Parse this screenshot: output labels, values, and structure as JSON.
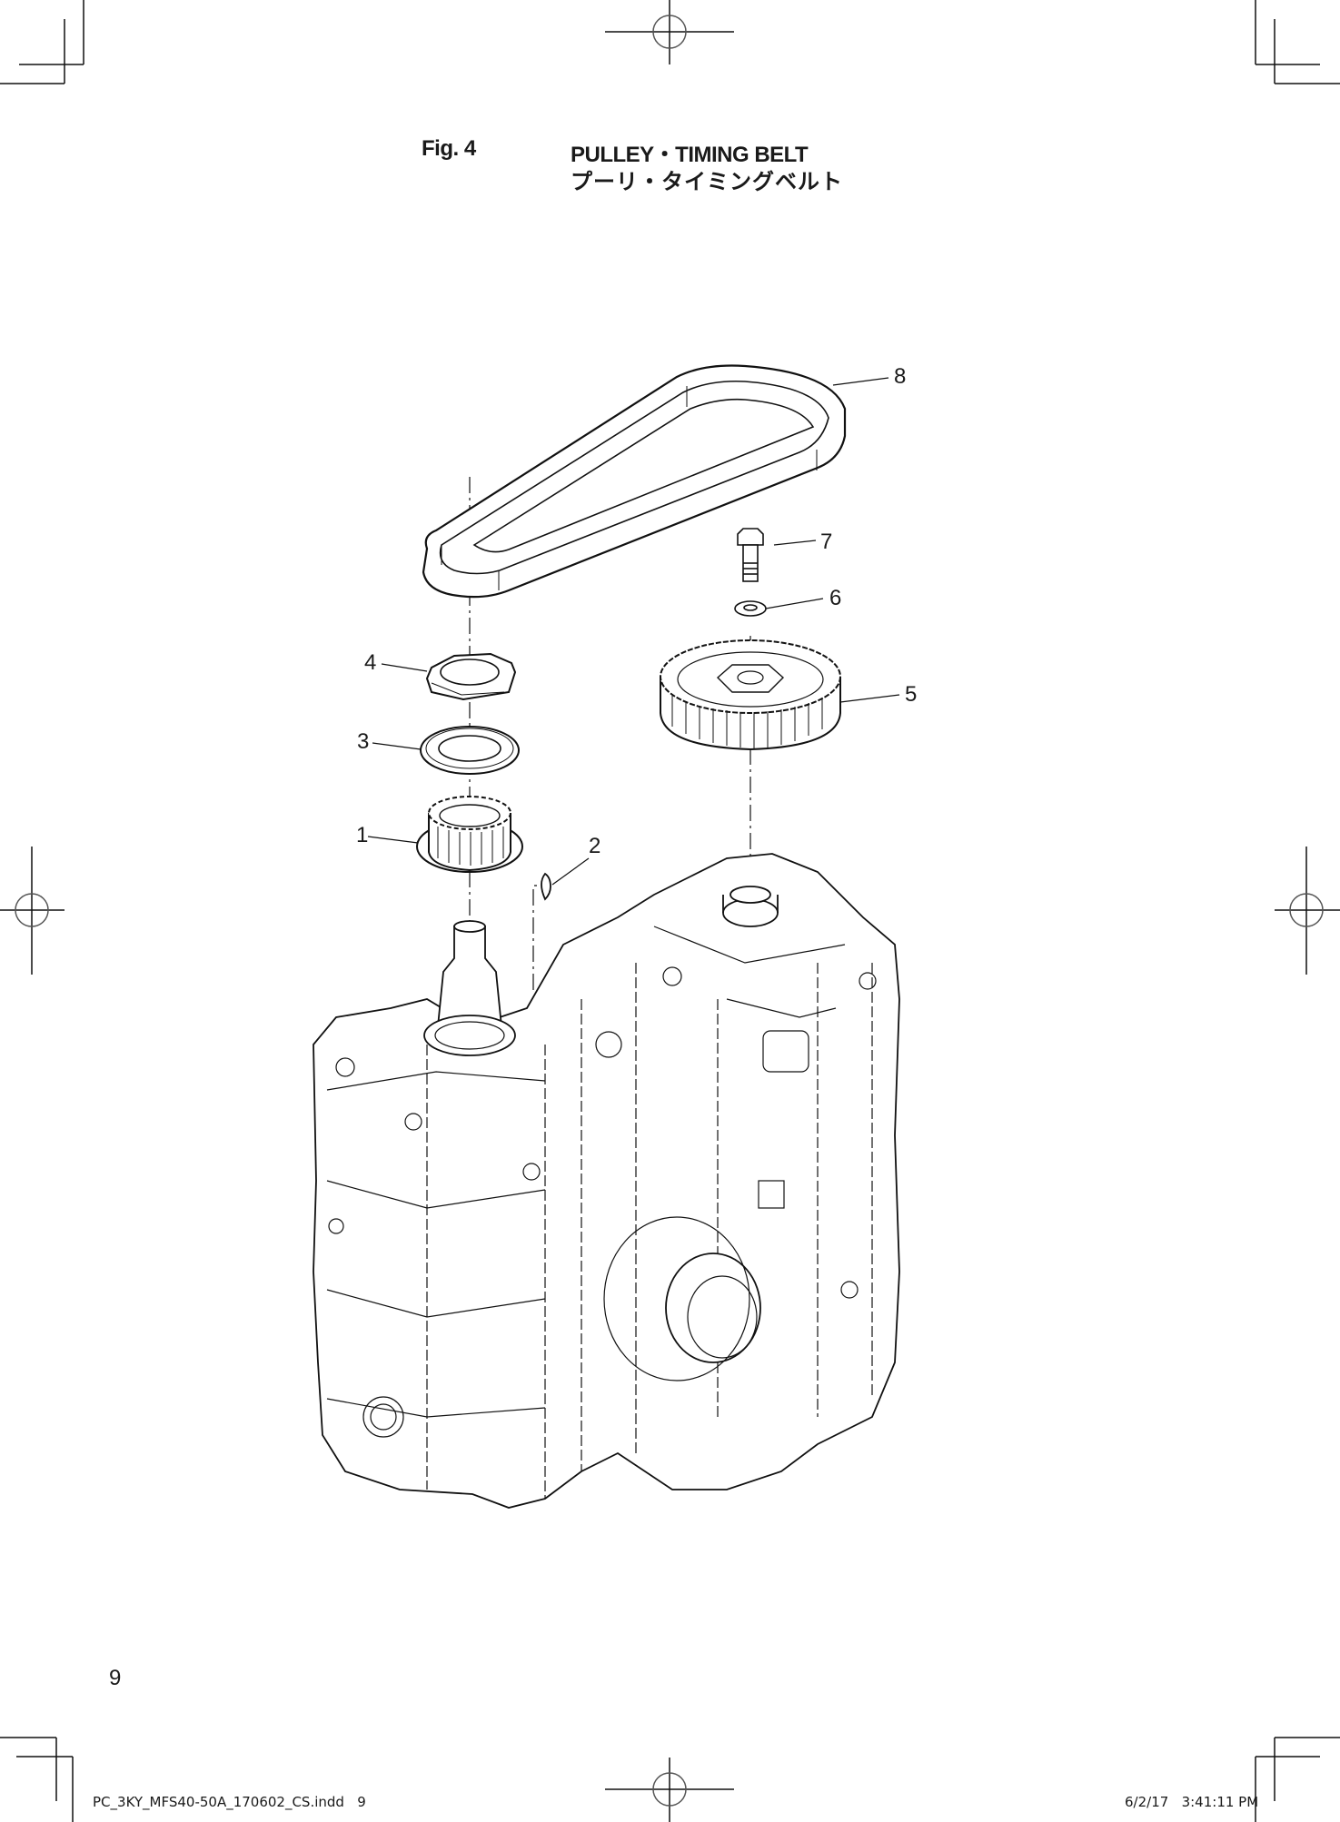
{
  "figure": {
    "label": "Fig. 4",
    "title_en": "PULLEY・TIMING BELT",
    "title_jp": "プーリ・タイミングベルト"
  },
  "callouts": [
    {
      "number": "1",
      "part": "drive-pulley"
    },
    {
      "number": "2",
      "part": "woodruff-key"
    },
    {
      "number": "3",
      "part": "washer-plate"
    },
    {
      "number": "4",
      "part": "nut"
    },
    {
      "number": "5",
      "part": "driven-pulley"
    },
    {
      "number": "6",
      "part": "washer"
    },
    {
      "number": "7",
      "part": "bolt"
    },
    {
      "number": "8",
      "part": "timing-belt"
    }
  ],
  "page": {
    "number": "9",
    "footer_file": "PC_3KY_MFS40-50A_170602_CS.indd   9",
    "footer_date": "6/2/17   3:41:11 PM"
  },
  "colors": {
    "ink": "#1a1a1a",
    "background": "#ffffff"
  }
}
